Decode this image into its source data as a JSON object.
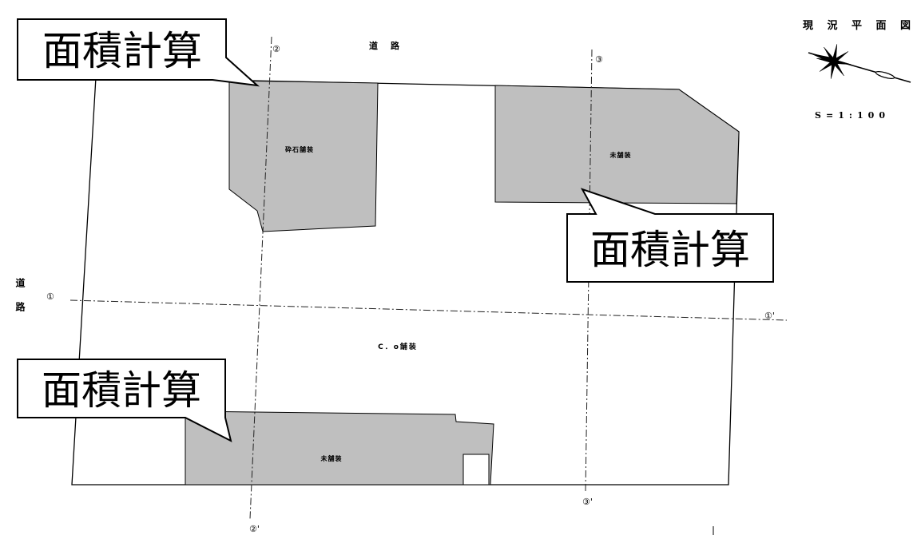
{
  "title": "現況平面図",
  "scale": "S=1:100",
  "road_labels": {
    "top": "道路",
    "left": "道路"
  },
  "surfaces": {
    "top_left": "砕石舗装",
    "top_right": "未舗装",
    "bottom": "未舗装",
    "center": "C．o舗装"
  },
  "sections": {
    "line_1": {
      "start": "①",
      "end": "①'"
    },
    "line_2": {
      "start": "②",
      "end": "②'"
    },
    "line_3": {
      "start": "③",
      "end": "③'"
    }
  },
  "callouts": [
    "面積計算",
    "面積計算",
    "面積計算"
  ],
  "colors": {
    "shaded_area": "#bfbfbf",
    "outline": "#000000",
    "callout_fill": "#ffffff"
  },
  "icons": {
    "north_arrow": "north-arrow-icon"
  }
}
